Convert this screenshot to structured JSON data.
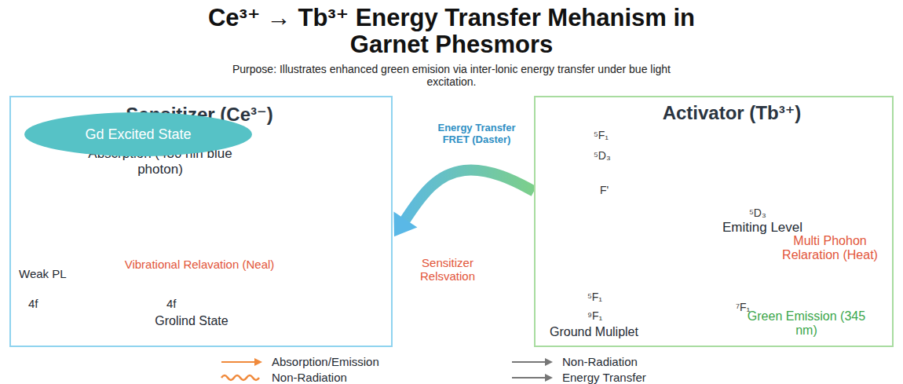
{
  "diagram": {
    "title": "Ce³⁺ → Tb³⁺ Energy Transfer Mehanism in Garnet Phesmors",
    "caption": "Purpose: Illustrates enhanced green emision via inter-lonic energy transfer under bue light excitation.",
    "nodes": [
      {
        "text": [
          "Sensitizer (Ce³⁻)",
          "Abscrption (430 nin blue photon)",
          "Weak PL",
          "Vibrational Relavation (Neal)",
          "4f",
          "4f",
          "Grolind State"
        ]
      },
      {
        "text": [
          "Gd Excited State"
        ],
        "in": 0
      },
      {
        "text": [
          "Activator (Tb³⁺)",
          "⁵F₁",
          "⁵D₃",
          "F'",
          "⁵D₃",
          "Emiting Level",
          "Multi Phohon Relaration (Heat)",
          "⁵F₁",
          "⁹F₁",
          "⁷F₁",
          "Ground Muliplet",
          "Green Emission (345 nm)"
        ]
      }
    ],
    "edges": [
      {
        "from": 2,
        "to": 0,
        "arrow": "to",
        "label": "Energy Transfer FRET (Daster)"
      }
    ],
    "labels": [
      "Sensitizer Relsvation"
    ],
    "legend": [
      {
        "text": "Absorption/Emission"
      },
      {
        "text": "Non-Radiation"
      },
      {
        "text": "Non-Radiation"
      },
      {
        "text": "Energy Transfer"
      }
    ]
  }
}
